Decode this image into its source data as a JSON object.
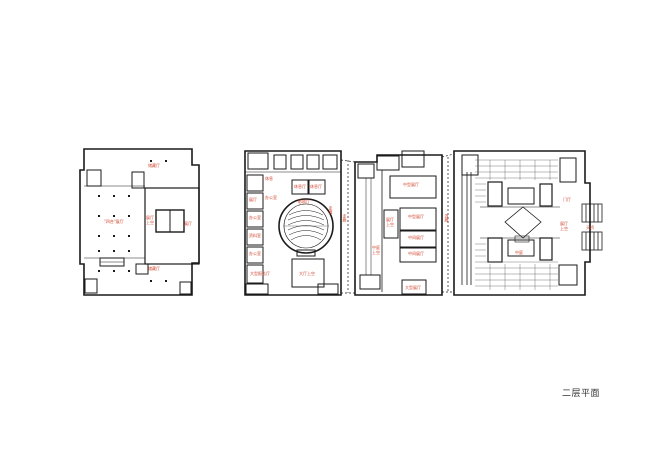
{
  "caption": "二层平面",
  "colors": {
    "wall": "#1a1a1a",
    "label": "#d0442c",
    "background": "#ffffff"
  },
  "labels": {
    "b1_top": "储藏厅",
    "b1_main": "\"四合\"展厅",
    "b1_core": "展厅\n上空",
    "b1_right": "展厅",
    "b1_bottom": "储藏厅",
    "b2_theatre": "影剧厅",
    "b2_a": "休息",
    "b2_b": "休息厅",
    "b2_c": "休息厅",
    "b2_d": "展厅",
    "b2_e": "办公室",
    "b2_f": "资料室",
    "b2_g": "办公室",
    "b2_h": "办公室",
    "b2_i": "大厅上空",
    "b2_j": "大型报告厅",
    "b2_k": "走道",
    "b2_l": "走廊",
    "b3_a": "中型展厅",
    "b3_b": "中型展厅",
    "b3_c": "中间展厅",
    "b3_d": "中间展厅",
    "b3_e": "大型展厅",
    "b3_f": "中庭\n上空",
    "b3_g": "展厅\n上空",
    "b3_link": "连廊",
    "b4_a": "中庭",
    "b4_b": "门厅",
    "b4_c": "展厅\n上空",
    "b4_d": "天桥"
  }
}
